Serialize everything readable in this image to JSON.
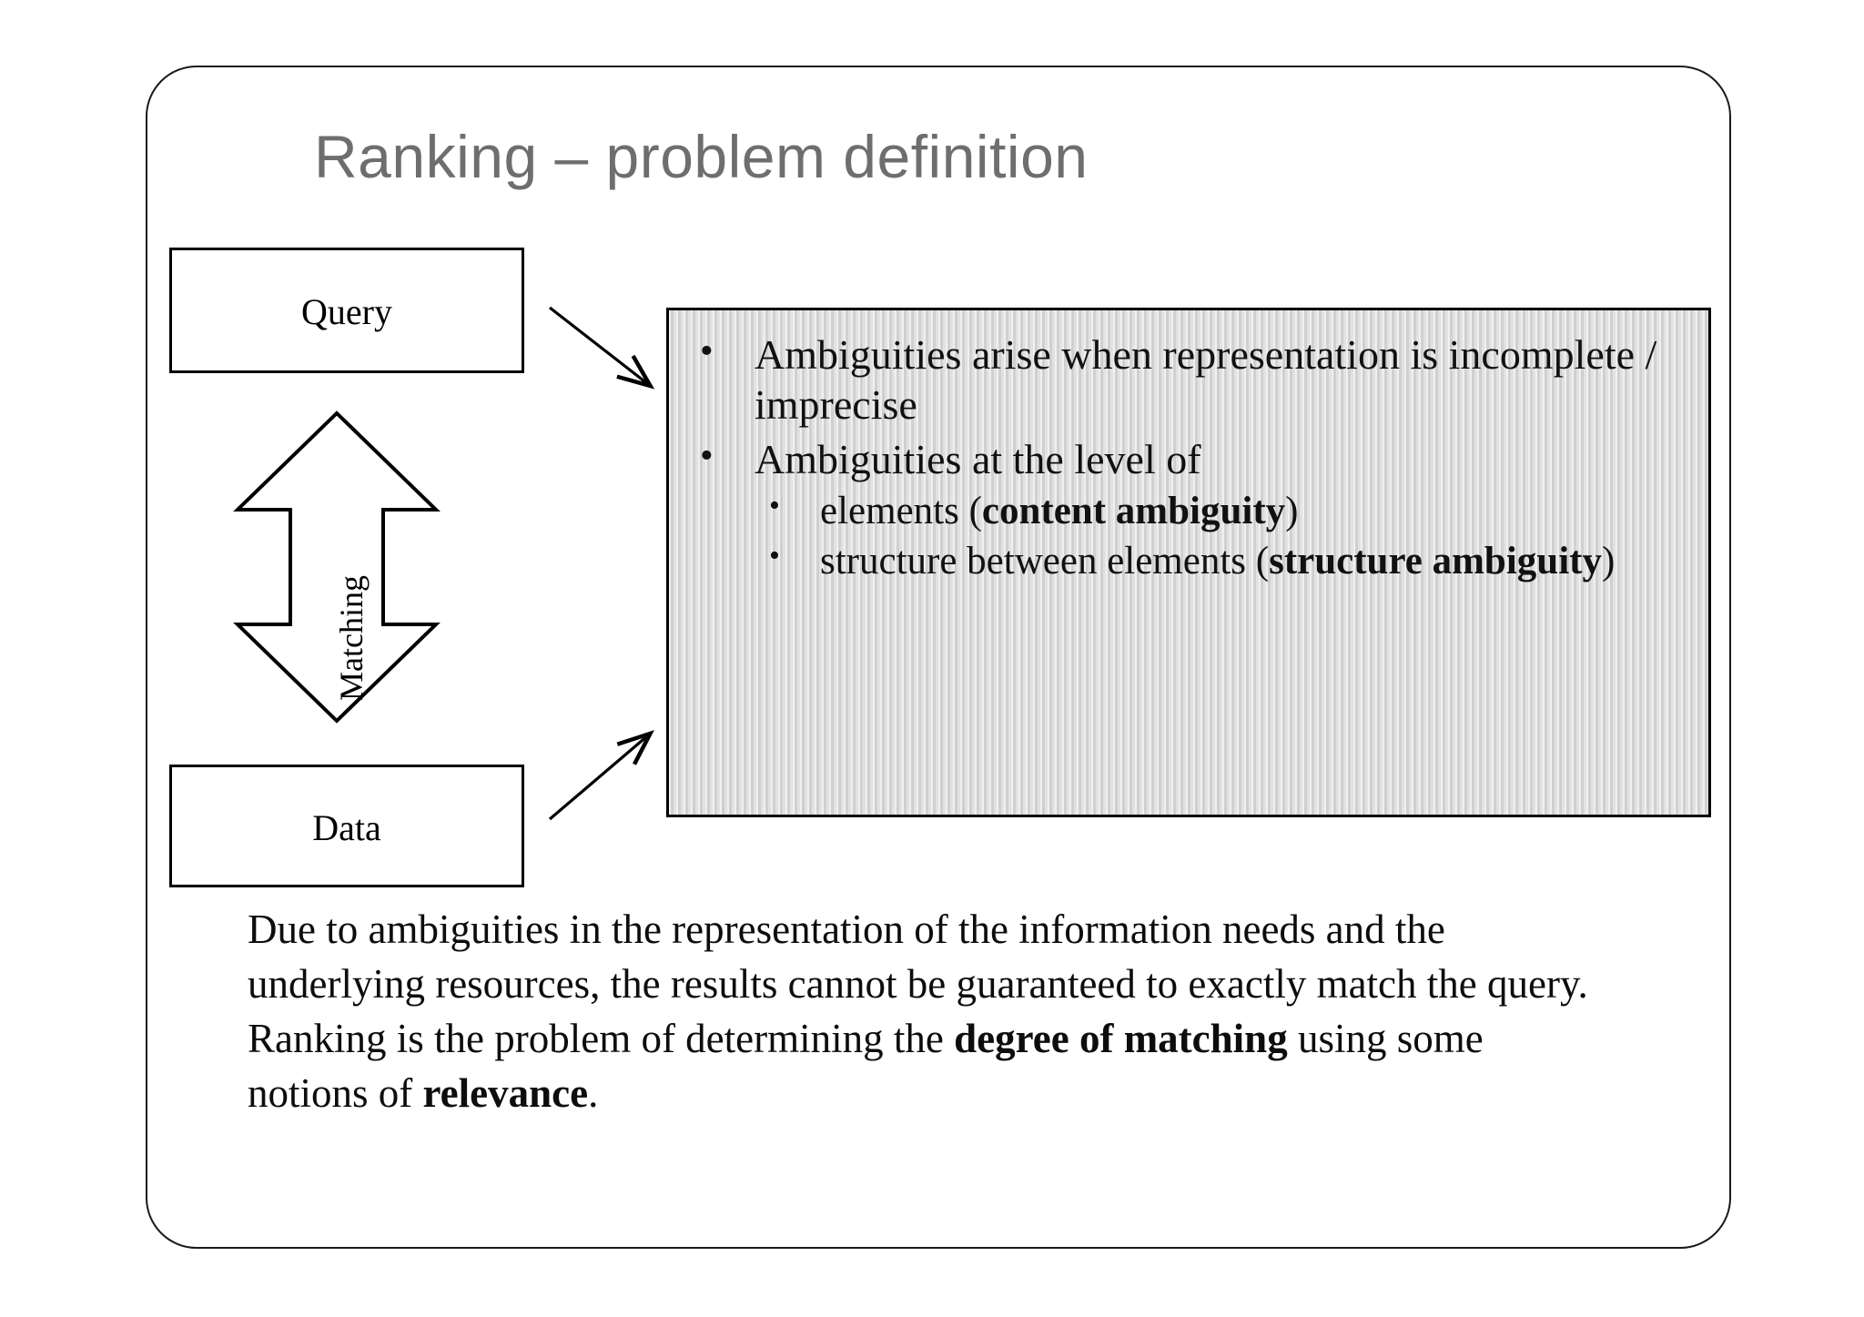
{
  "slide": {
    "title": "Ranking – problem definition",
    "title_color": "#6e6e6e",
    "background_color": "#ffffff",
    "frame_border_color": "#1a1a1a"
  },
  "diagram": {
    "query_box_label": "Query",
    "data_box_label": "Data",
    "matching_arrow_label": "Matching",
    "box_border_color": "#000000",
    "arrow_color": "#000000"
  },
  "bullet_panel": {
    "background_color": "#d8d8d8",
    "border_color": "#000000",
    "bullets": [
      {
        "text": "Ambiguities arise when representation is incomplete / imprecise",
        "children": []
      },
      {
        "text": "Ambiguities at the level of",
        "children": [
          {
            "prefix": "elements (",
            "bold": "content ambiguity",
            "suffix": ")"
          },
          {
            "prefix": "structure between elements (",
            "bold": "structure ambiguity",
            "suffix": ")"
          }
        ]
      }
    ]
  },
  "summary": {
    "part1": "Due to ambiguities in the representation of the information needs and the underlying resources, the results cannot be guaranteed to exactly match the query. Ranking is the problem of determining the ",
    "bold1": "degree of matching",
    "part2": " using some notions of ",
    "bold2": "relevance",
    "part3": "."
  }
}
